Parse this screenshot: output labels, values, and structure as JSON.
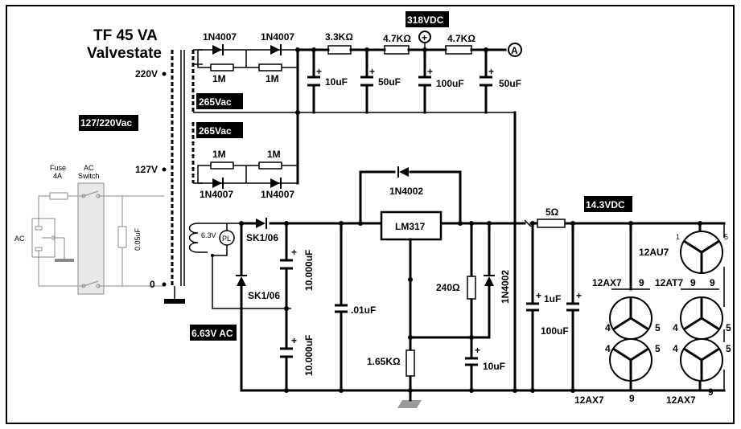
{
  "title": {
    "line1": "TF 45 VA",
    "line2": "Valvestate"
  },
  "voltages": {
    "v318": "318VDC",
    "v265a": "265Vac",
    "v265b": "265Vac",
    "v127_220": "127/220Vac",
    "v663": "6.63V AC",
    "v143": "14.3VDC"
  },
  "taps": {
    "t220": "220V",
    "t127": "127V",
    "t0": "0",
    "t63": "6.3V"
  },
  "mains": {
    "fuse": "Fuse",
    "fuse_rating": "4A",
    "ac_switch_1": "AC",
    "ac_switch_2": "Switch",
    "ac_in": "AC",
    "cap": "0.05uF"
  },
  "hv": {
    "d1": "1N4007",
    "d2": "1N4007",
    "d3": "1N4007",
    "d4": "1N4007",
    "r1": "1M",
    "r2": "1M",
    "r3": "1M",
    "r4": "1M",
    "rs1": "3.3KΩ",
    "rs2": "4.7KΩ",
    "rs3": "4.7KΩ",
    "c1": "10uF",
    "c2": "50uF",
    "c3": "100uF",
    "c4": "50uF",
    "out": "A",
    "plus": "+"
  },
  "lv": {
    "pl": "PL",
    "sk1": "SK1/06",
    "sk2": "SK1/06",
    "c1": "10.000uF",
    "c2": "10.000uF",
    "c3": ".01uF",
    "reg": "LM317",
    "d_top": "1N4002",
    "d_side": "1N4002",
    "r_adj": "240Ω",
    "r_set": "1.65KΩ",
    "c_adj": "10uF",
    "r5": "5Ω",
    "c_out1": "1uF",
    "c_out2": "100uF"
  },
  "tubes": {
    "t1": "12AU7",
    "t2": "12AX7",
    "t3": "12AT7",
    "t4": "12AX7",
    "t5": "12AX7",
    "p1": "1",
    "p5": "5",
    "p9": "9",
    "p4": "4"
  }
}
